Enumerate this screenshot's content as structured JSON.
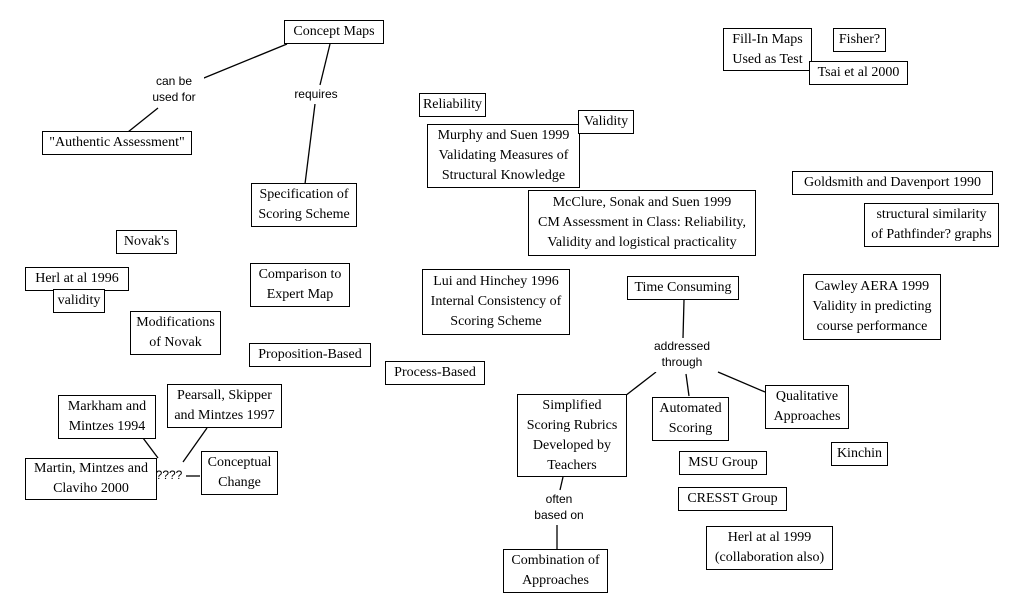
{
  "nodes": {
    "concept_maps": "Concept Maps",
    "authentic_assessment": "\"Authentic Assessment\"",
    "specification_scoring": "Specification of\nScoring Scheme",
    "novaks": "Novak's",
    "herl_1996": "Herl at al 1996",
    "validity_small": "validity",
    "comparison_expert": "Comparison to\nExpert Map",
    "modifications_novak": "Modifications\nof Novak",
    "proposition_based": "Proposition-Based",
    "process_based": "Process-Based",
    "pearsall": "Pearsall, Skipper\nand Mintzes 1997",
    "markham": "Markham and\nMintzes 1994",
    "martin": "Martin, Mintzes and\nClaviho 2000",
    "conceptual_change": "Conceptual\nChange",
    "reliability": "Reliability",
    "validity": "Validity",
    "murphy_suen": "Murphy and Suen 1999\nValidating Measures of\nStructural Knowledge",
    "mcclure": "McClure, Sonak and Suen 1999\nCM Assessment in Class: Reliability,\nValidity and logistical practicality",
    "lui_hinchey": "Lui and Hinchey 1996\nInternal Consistency of\nScoring Scheme",
    "fill_in_maps": "Fill-In Maps\nUsed as Test",
    "fisher": "Fisher?",
    "tsai": "Tsai et al 2000",
    "goldsmith": "Goldsmith and Davenport 1990",
    "structural_similarity": "structural similarity\nof Pathfinder? graphs",
    "cawley": "Cawley AERA 1999\nValidity in predicting\ncourse performance",
    "time_consuming": "Time Consuming",
    "simplified_rubrics": "Simplified\nScoring Rubrics\nDeveloped by\nTeachers",
    "automated_scoring": "Automated\nScoring",
    "qualitative": "Qualitative\nApproaches",
    "kinchin": "Kinchin",
    "msu_group": "MSU Group",
    "cresst_group": "CRESST Group",
    "herl_1999": "Herl at al 1999\n(collaboration also)",
    "combination": "Combination of\nApproaches"
  },
  "link_labels": {
    "can_be_used_for": "can be\nused for",
    "requires": "requires",
    "addressed_through": "addressed\nthrough",
    "often_based_on": "often\nbased on",
    "question_marks": "????"
  }
}
